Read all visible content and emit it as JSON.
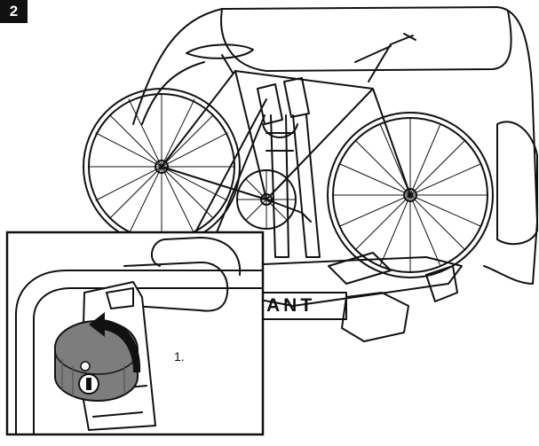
{
  "step": {
    "number": "2"
  },
  "rack": {
    "brand_fragment": "ANT"
  },
  "detail": {
    "callout_label": "1."
  },
  "colors": {
    "line": "#111111",
    "background": "#ffffff",
    "knob_fill": "#7d7d7d",
    "badge": "#111111"
  },
  "icons": {
    "rotate_arrow": "curved-arrow-icon",
    "lock": "lock-keyhole-icon"
  }
}
